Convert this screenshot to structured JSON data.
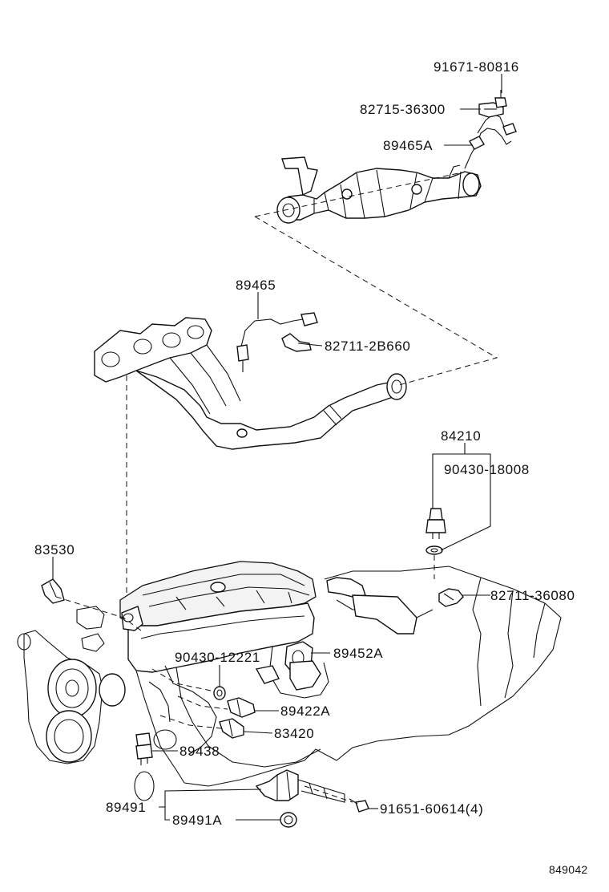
{
  "parts": {
    "p91671": "91671-80816",
    "p82715": "82715-36300",
    "p89465A": "89465A",
    "p89465": "89465",
    "p82711_2B660": "82711-2B660",
    "p84210": "84210",
    "p90430_18008": "90430-18008",
    "p83530": "83530",
    "p82711_36080": "82711-36080",
    "p90430_12221": "90430-12221",
    "p89452A": "89452A",
    "p89422A": "89422A",
    "p83420": "83420",
    "p89438": "89438",
    "p89491": "89491",
    "p89491A": "89491A",
    "p91651": "91651-60614(4)"
  },
  "diagram_id": "849042"
}
